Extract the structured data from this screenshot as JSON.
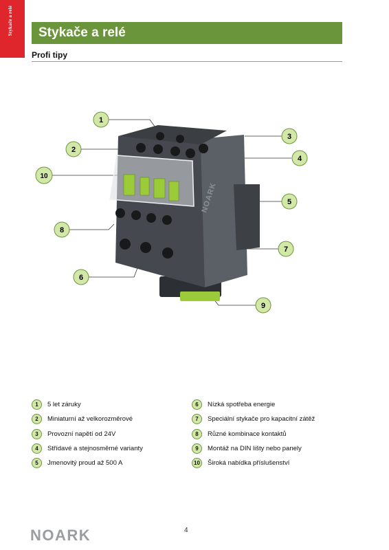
{
  "side_tab": "Stykače a relé",
  "header": {
    "title": "Stykače a relé",
    "subtitle": "Profi tipy"
  },
  "callouts": [
    "1",
    "2",
    "3",
    "4",
    "5",
    "6",
    "7",
    "8",
    "9",
    "10"
  ],
  "legend_left": [
    {
      "num": "1",
      "text": "5 let záruky"
    },
    {
      "num": "2",
      "text": "Miniaturní až velkorozměrové"
    },
    {
      "num": "3",
      "text": "Provozní napětí od 24V"
    },
    {
      "num": "4",
      "text": "Střídavé a stejnosměrné varianty"
    },
    {
      "num": "5",
      "text": "Jmenovitý proud až 500 A"
    }
  ],
  "legend_right": [
    {
      "num": "6",
      "text": "Nízká spotřeba energie"
    },
    {
      "num": "7",
      "text": "Speciální stykače pro kapacitní zátěž"
    },
    {
      "num": "8",
      "text": "Různé kombinace kontaktů"
    },
    {
      "num": "9",
      "text": "Montáž na DIN lišty nebo panely"
    },
    {
      "num": "10",
      "text": "Široká nabídka příslušenství"
    }
  ],
  "product_marking": "NOARK",
  "page_number": "4",
  "logo_text": "NOARK",
  "colors": {
    "accent_green": "#6a953a",
    "light_green": "#d3e8a8",
    "red_tab": "#e0262d",
    "device": "#4a4e54"
  }
}
